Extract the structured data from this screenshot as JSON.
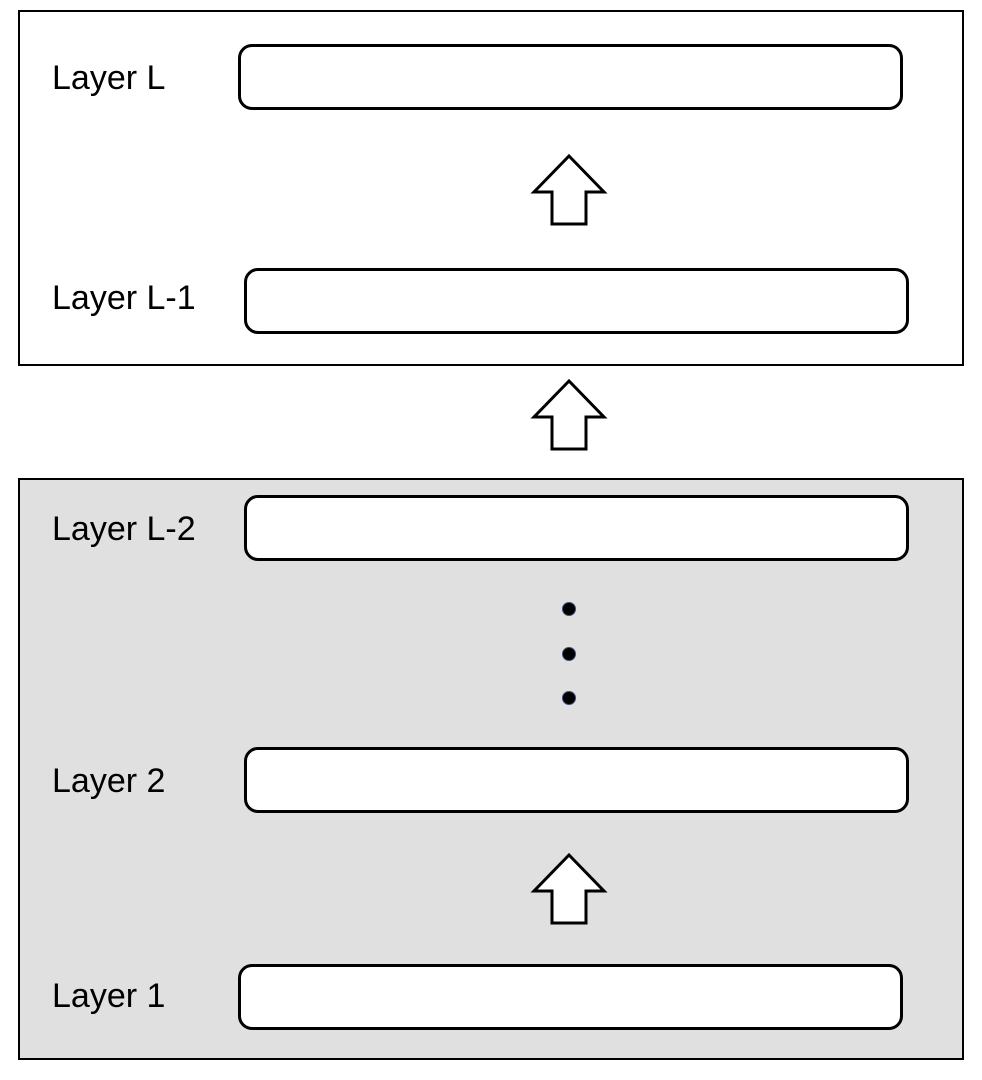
{
  "diagram": {
    "layers": [
      {
        "id": "layer-l",
        "label": "Layer L"
      },
      {
        "id": "layer-l-1",
        "label": "Layer L-1"
      },
      {
        "id": "layer-l-2",
        "label": "Layer L-2"
      },
      {
        "id": "layer-2",
        "label": "Layer 2"
      },
      {
        "id": "layer-1",
        "label": "Layer 1"
      }
    ],
    "colors": {
      "top_group_fill": "#ffffff",
      "bottom_group_fill": "#e0e0e0",
      "stroke": "#000000",
      "bar_fill": "#ffffff"
    },
    "icons": [
      "up-arrow-icon",
      "ellipsis-dots-icon"
    ]
  }
}
